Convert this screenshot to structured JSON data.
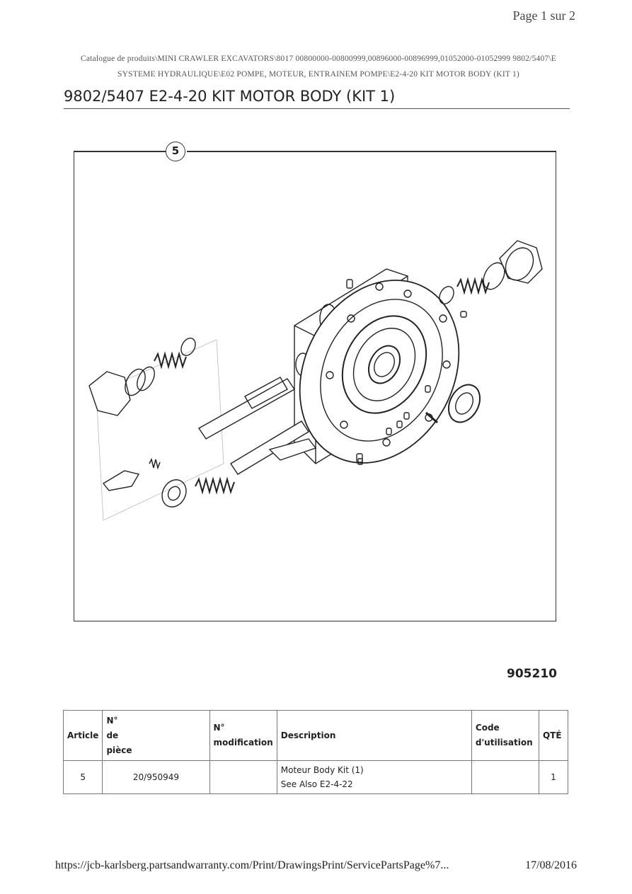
{
  "header": {
    "page_label": "Page 1 sur 2"
  },
  "breadcrumb": {
    "line1": "Catalogue de produits\\MINI CRAWLER EXCAVATORS\\8017 00800000-00800999,00896000-00896999,01052000-01052999 9802/5407\\E",
    "line2": "SYSTEME HYDRAULIQUE\\E02 POMPE, MOTEUR, ENTRAINEM POMPE\\E2-4-20 KIT MOTOR BODY (KIT 1)"
  },
  "title": "9802/5407 E2-4-20 KIT MOTOR BODY (KIT 1)",
  "diagram": {
    "callout": "5",
    "drawing_number": "905210",
    "icon": "exploded-motor-body-drawing"
  },
  "table": {
    "headers": {
      "article": "Article",
      "part_no": [
        "N°",
        "de",
        "pièce"
      ],
      "modification": [
        "N°",
        "modification"
      ],
      "description": "Description",
      "usage_code": [
        "Code",
        "d'utilisation"
      ],
      "qty": "QTÉ"
    },
    "rows": [
      {
        "article": "5",
        "part_no": "20/950949",
        "modification": "",
        "description_line1": "Moteur Body Kit (1)",
        "description_line2": "See Also E2-4-22",
        "usage_code": "",
        "qty": "1"
      }
    ]
  },
  "footer": {
    "url": "https://jcb-karlsberg.partsandwarranty.com/Print/DrawingsPrint/ServicePartsPage%7...",
    "date": "17/08/2016"
  }
}
